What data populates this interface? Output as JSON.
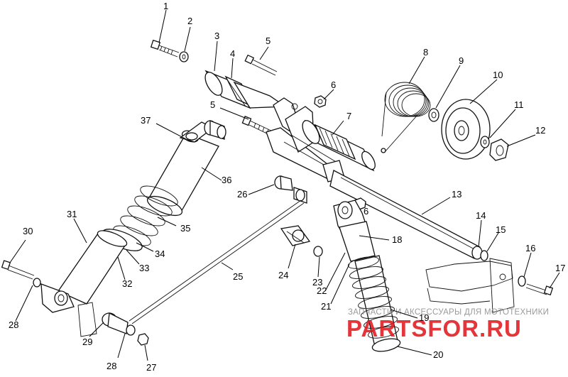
{
  "watermark": {
    "top_line": "ЗАПЧАСТИ И АКСЕССУАРЫ ДЛЯ МОТОТЕХНИКИ",
    "brand": "PARTSFOR.RU"
  },
  "callouts": [
    "1",
    "2",
    "3",
    "4",
    "5",
    "5",
    "6",
    "6",
    "7",
    "8",
    "9",
    "10",
    "11",
    "12",
    "13",
    "14",
    "15",
    "16",
    "17",
    "18",
    "19",
    "20",
    "21",
    "22",
    "23",
    "24",
    "25",
    "26",
    "27",
    "28",
    "28",
    "29",
    "30",
    "31",
    "32",
    "33",
    "34",
    "35",
    "36",
    "37"
  ],
  "colors": {
    "line": "#111111",
    "watermark_red": "#e0191f",
    "watermark_gray": "#9a9a9a"
  }
}
